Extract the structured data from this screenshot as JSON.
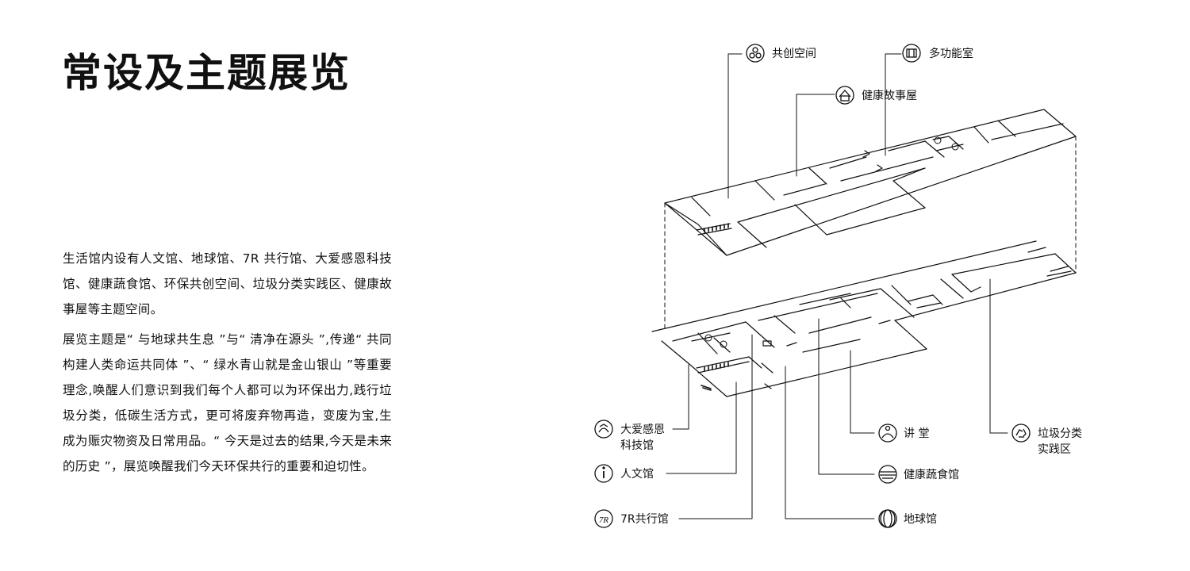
{
  "title": "常设及主题展览",
  "intro": {
    "paragraph1": "生活馆内设有人文馆、地球馆、7R 共行馆、大爱感恩科技馆、健康蔬食馆、环保共创空间、垃圾分类实践区、健康故事屋等主题空间。",
    "paragraph2": "展览主题是“ 与地球共生息 ”与“ 清净在源头 ”,传递“ 共同构建人类命运共同体 ”、“ 绿水青山就是金山银山 ”等重要理念,唤醒人们意识到我们每个人都可以为环保出力,践行垃圾分类，低碳生活方式，更可将废弃物再造，变废为宝,生成为赈灾物资及日常用品。“ 今天是过去的结果,今天是未来的历史 ”，展览唤醒我们今天环保共行的重要和迫切性。"
  },
  "labels": {
    "cocreation": "共创空间",
    "multifunction": "多功能室",
    "story_house": "健康故事屋",
    "daai_line1": "大爱感恩",
    "daai_line2": "科技馆",
    "humanities": "人文馆",
    "seven_r": "7R共行馆",
    "lecture_hall": "讲  堂",
    "veg_food": "健康蔬食馆",
    "earth_hall": "地球馆",
    "garbage_line1": "垃圾分类",
    "garbage_line2": "实践区"
  },
  "icons": {
    "cocreation": "triangle-circles-icon",
    "multifunction": "film-frame-icon",
    "story_house": "house-heart-icon",
    "daai": "recycle-hands-icon",
    "humanities": "info-icon",
    "seven_r": "seven-r-icon",
    "lecture_hall": "meditation-icon",
    "veg_food": "food-lines-icon",
    "earth_hall": "globe-icon",
    "garbage": "recycle-icon"
  },
  "icon_text": {
    "seven_r": "7R"
  }
}
